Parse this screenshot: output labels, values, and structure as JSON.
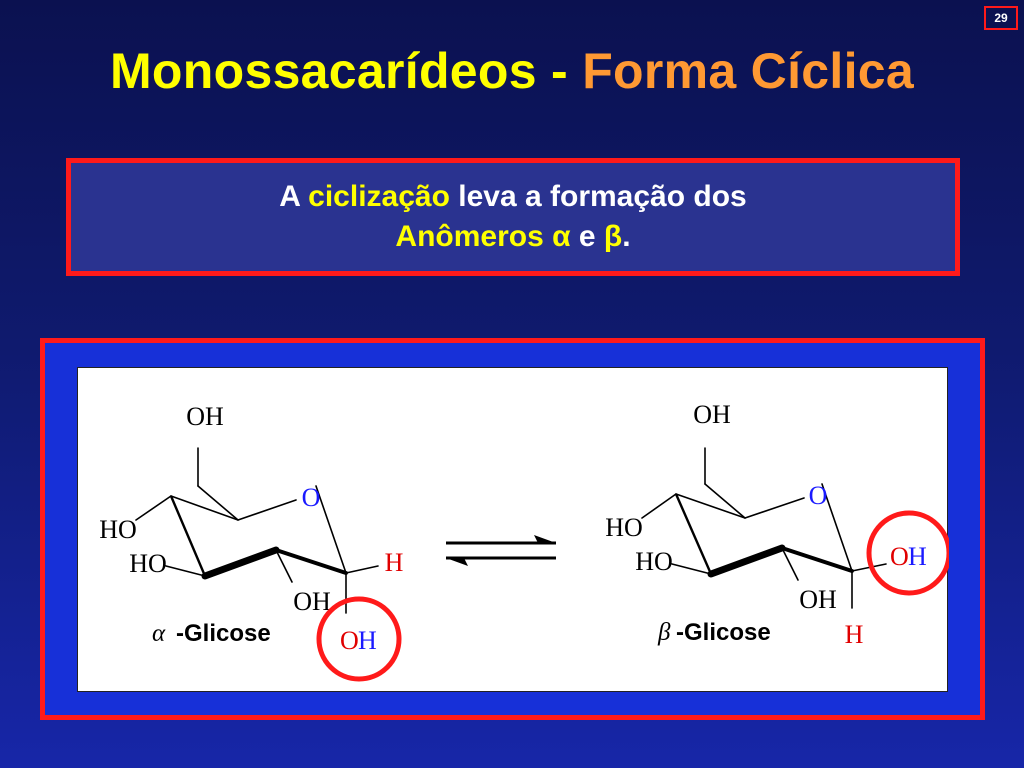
{
  "page_number": "29",
  "title": {
    "part1": "Monossacarídeos - ",
    "part2": "Forma Cíclica",
    "color1": "#ffff00",
    "color2": "#ff9933"
  },
  "statement": {
    "line1_pre": "A ",
    "line1_highlight": "ciclização",
    "line1_post": " leva a formação dos",
    "line2_highlight": "Anômeros ",
    "alpha": "α",
    "conj": " e ",
    "beta": "β",
    "end": "."
  },
  "colors": {
    "background": "#0f1a6e",
    "border": "#ff1a1a",
    "diagram_bg": "#1730d8",
    "ring_oxygen": "#1a1aff",
    "anomeric_red": "#e00000",
    "anomeric_blue": "#1a1aff",
    "highlight_circle": "#ff1a1a"
  },
  "alpha_glucose": {
    "name_symbol": "α",
    "name_text": "-Glicose",
    "c6_oh": "OH",
    "ring_o": "O",
    "c4_ho": "HO",
    "c3_ho": "HO",
    "c2_oh": "OH",
    "c1_h": "H",
    "c1_oh_o": "O",
    "c1_oh_h": "H"
  },
  "beta_glucose": {
    "name_symbol": "β",
    "name_text": "-Glicose",
    "c6_oh": "OH",
    "ring_o": "O",
    "c4_ho": "HO",
    "c3_ho": "HO",
    "c2_oh": "OH",
    "c1_oh_o": "O",
    "c1_oh_h": "H",
    "c1_h": "H"
  },
  "equilibrium_icon": "equilibrium-arrows"
}
